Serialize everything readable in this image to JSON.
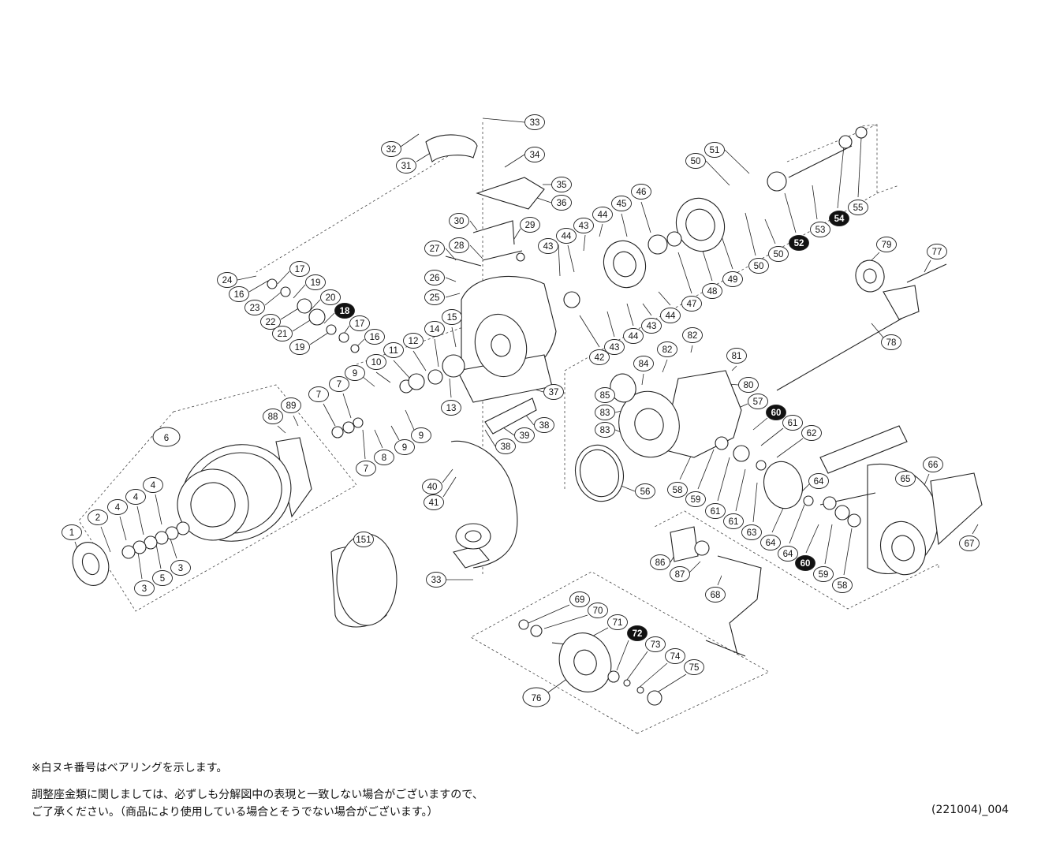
{
  "diagram": {
    "labels": [
      {
        "id": "33a",
        "text": "33"
      },
      {
        "id": "32",
        "text": "32"
      },
      {
        "id": "31",
        "text": "31"
      },
      {
        "id": "34",
        "text": "34"
      },
      {
        "id": "35",
        "text": "35"
      },
      {
        "id": "36",
        "text": "36"
      },
      {
        "id": "30",
        "text": "30"
      },
      {
        "id": "29",
        "text": "29"
      },
      {
        "id": "28",
        "text": "28"
      },
      {
        "id": "27",
        "text": "27"
      },
      {
        "id": "26",
        "text": "26"
      },
      {
        "id": "25",
        "text": "25"
      },
      {
        "id": "24",
        "text": "24"
      },
      {
        "id": "16a",
        "text": "16"
      },
      {
        "id": "17a",
        "text": "17"
      },
      {
        "id": "23",
        "text": "23"
      },
      {
        "id": "19a",
        "text": "19"
      },
      {
        "id": "22",
        "text": "22"
      },
      {
        "id": "20",
        "text": "20"
      },
      {
        "id": "18",
        "text": "18",
        "filled": true
      },
      {
        "id": "21",
        "text": "21"
      },
      {
        "id": "19b",
        "text": "19"
      },
      {
        "id": "17b",
        "text": "17"
      },
      {
        "id": "16b",
        "text": "16"
      },
      {
        "id": "15",
        "text": "15"
      },
      {
        "id": "14",
        "text": "14"
      },
      {
        "id": "12",
        "text": "12"
      },
      {
        "id": "11",
        "text": "11"
      },
      {
        "id": "10",
        "text": "10"
      },
      {
        "id": "9a",
        "text": "9"
      },
      {
        "id": "13",
        "text": "13"
      },
      {
        "id": "7a",
        "text": "7"
      },
      {
        "id": "7b",
        "text": "7"
      },
      {
        "id": "89",
        "text": "89"
      },
      {
        "id": "88",
        "text": "88"
      },
      {
        "id": "6",
        "text": "6",
        "large": true
      },
      {
        "id": "9b",
        "text": "9"
      },
      {
        "id": "9c",
        "text": "9"
      },
      {
        "id": "8",
        "text": "8"
      },
      {
        "id": "7c",
        "text": "7"
      },
      {
        "id": "4a",
        "text": "4"
      },
      {
        "id": "4b",
        "text": "4"
      },
      {
        "id": "4c",
        "text": "4"
      },
      {
        "id": "2",
        "text": "2"
      },
      {
        "id": "1",
        "text": "1"
      },
      {
        "id": "3a",
        "text": "3"
      },
      {
        "id": "5",
        "text": "5"
      },
      {
        "id": "3b",
        "text": "3"
      },
      {
        "id": "37",
        "text": "37"
      },
      {
        "id": "38a",
        "text": "38"
      },
      {
        "id": "39",
        "text": "39"
      },
      {
        "id": "38b",
        "text": "38"
      },
      {
        "id": "40",
        "text": "40"
      },
      {
        "id": "41",
        "text": "41"
      },
      {
        "id": "151",
        "text": "151"
      },
      {
        "id": "33b",
        "text": "33"
      },
      {
        "id": "42",
        "text": "42"
      },
      {
        "id": "43a",
        "text": "43"
      },
      {
        "id": "44a",
        "text": "44"
      },
      {
        "id": "43b",
        "text": "43"
      },
      {
        "id": "44b",
        "text": "44"
      },
      {
        "id": "45",
        "text": "45"
      },
      {
        "id": "46",
        "text": "46"
      },
      {
        "id": "43c",
        "text": "43"
      },
      {
        "id": "44c",
        "text": "44"
      },
      {
        "id": "43d",
        "text": "43"
      },
      {
        "id": "44d",
        "text": "44"
      },
      {
        "id": "47",
        "text": "47"
      },
      {
        "id": "48",
        "text": "48"
      },
      {
        "id": "49",
        "text": "49"
      },
      {
        "id": "50a",
        "text": "50"
      },
      {
        "id": "51",
        "text": "51"
      },
      {
        "id": "50b",
        "text": "50"
      },
      {
        "id": "50c",
        "text": "50"
      },
      {
        "id": "52",
        "text": "52",
        "filled": true
      },
      {
        "id": "53",
        "text": "53"
      },
      {
        "id": "54",
        "text": "54",
        "filled": true
      },
      {
        "id": "55",
        "text": "55"
      },
      {
        "id": "79",
        "text": "79"
      },
      {
        "id": "77",
        "text": "77"
      },
      {
        "id": "78",
        "text": "78"
      },
      {
        "id": "82a",
        "text": "82"
      },
      {
        "id": "82b",
        "text": "82"
      },
      {
        "id": "84",
        "text": "84"
      },
      {
        "id": "81",
        "text": "81"
      },
      {
        "id": "85",
        "text": "85"
      },
      {
        "id": "80",
        "text": "80"
      },
      {
        "id": "83a",
        "text": "83"
      },
      {
        "id": "57",
        "text": "57"
      },
      {
        "id": "60a",
        "text": "60",
        "filled": true
      },
      {
        "id": "83b",
        "text": "83"
      },
      {
        "id": "61a",
        "text": "61"
      },
      {
        "id": "62",
        "text": "62"
      },
      {
        "id": "56",
        "text": "56"
      },
      {
        "id": "58a",
        "text": "58"
      },
      {
        "id": "59a",
        "text": "59"
      },
      {
        "id": "61b",
        "text": "61"
      },
      {
        "id": "61c",
        "text": "61"
      },
      {
        "id": "63",
        "text": "63"
      },
      {
        "id": "64a",
        "text": "64"
      },
      {
        "id": "64b",
        "text": "64"
      },
      {
        "id": "64c",
        "text": "64"
      },
      {
        "id": "60b",
        "text": "60",
        "filled": true
      },
      {
        "id": "59b",
        "text": "59"
      },
      {
        "id": "58b",
        "text": "58"
      },
      {
        "id": "65",
        "text": "65"
      },
      {
        "id": "66",
        "text": "66"
      },
      {
        "id": "67",
        "text": "67"
      },
      {
        "id": "86",
        "text": "86"
      },
      {
        "id": "87",
        "text": "87"
      },
      {
        "id": "68",
        "text": "68"
      },
      {
        "id": "69",
        "text": "69"
      },
      {
        "id": "70",
        "text": "70"
      },
      {
        "id": "71",
        "text": "71"
      },
      {
        "id": "72",
        "text": "72",
        "filled": true
      },
      {
        "id": "73",
        "text": "73"
      },
      {
        "id": "74",
        "text": "74"
      },
      {
        "id": "75",
        "text": "75"
      },
      {
        "id": "76",
        "text": "76",
        "large": true
      }
    ]
  },
  "notes": {
    "line1": "※白ヌキ番号はベアリングを示します。",
    "line2": "調整座金類に関しましては、必ずしも分解図中の表現と一致しない場合がございますので、",
    "line3": "ご了承ください。（商品により使用している場合とそうでない場合がございます。）"
  },
  "code": "(221004)_004"
}
